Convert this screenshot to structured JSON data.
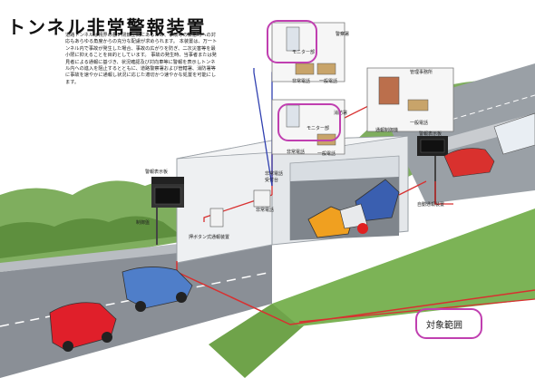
{
  "title": "トンネル非常警報装置",
  "description": "道路トンネルは視界の悪い閉鎖空間にあるため、事故等の緊急時への対応もあらゆる角度からの充分な配慮が求められます。 本装置は、万一トンネル内で事故が発生した場合、事故の広がりを防ぎ、二次災害等を最小限に抑えることを目的としています。 事故の発生時、当事者または発見者による通報に基づき、状況確認及び対向車等に警報を表示しトンネル内への進入を阻止するとともに、道路警察署および管轄署、消防署等に事故を速やかに通報し状況に応じた適切かつ速やかな処置を可能にします。",
  "labels": {
    "police": "警察署",
    "monitor_police": "モニター部",
    "emergency_phone_police": "非常電話",
    "general_phone_police": "一般電話",
    "management": "管理事務所",
    "command_control": "通報制御機",
    "general_phone_mgmt": "一般電話",
    "fire": "消防署",
    "monitor_fire": "モニター部",
    "emergency_phone_fire": "非常電話",
    "general_phone_fire": "一般電話",
    "emergency_phone_left": "非常電話",
    "emergency_phone_center": "非常電話\n受付台",
    "warning_board_left": "警報表示板",
    "control_panel": "制御盤",
    "push_button": "押ボタン式通報装置",
    "warning_board_right": "警報表示板",
    "control_right": "自動通報装置",
    "target_label": "対象範囲"
  },
  "colors": {
    "accent": "#c03fb0",
    "wire_red": "#d83030",
    "wire_blue": "#3040b0",
    "road": "#8a8f96",
    "grass": "#6fa34a",
    "tunnel": "#e9ecef"
  }
}
